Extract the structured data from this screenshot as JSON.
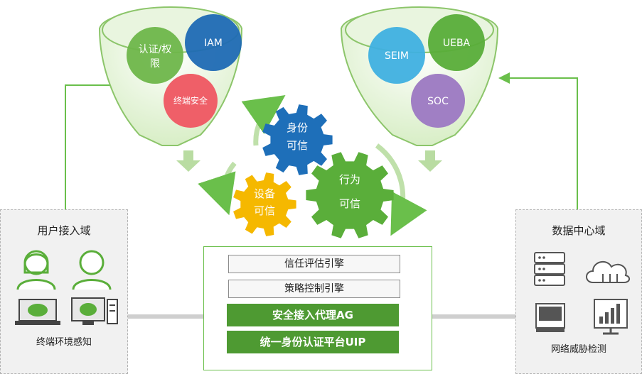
{
  "left_funnel": {
    "circles": {
      "auth": "认证/权限",
      "iam": "IAM",
      "endpoint": "终端安全"
    }
  },
  "right_funnel": {
    "circles": {
      "siem": "SEIM",
      "ueba": "UEBA",
      "soc": "SOC"
    }
  },
  "gears": {
    "identity": {
      "line1": "身份",
      "line2": "可信",
      "color": "#1e6fb9"
    },
    "device": {
      "line1": "设备",
      "line2": "可信",
      "color": "#f5b800"
    },
    "behavior": {
      "line1": "行为",
      "line2": "可信",
      "color": "#5aae3a"
    }
  },
  "user_domain": {
    "title": "用户接入域",
    "caption": "终端环境感知"
  },
  "datacenter_domain": {
    "title": "数据中心域",
    "caption": "网络威胁检测"
  },
  "core": {
    "engines": [
      "信任评估引擎",
      "策略控制引擎"
    ],
    "modules": [
      "安全接入代理AG",
      "统一身份认证平台UIP"
    ]
  },
  "colors": {
    "accent_green": "#6abf4b",
    "dark_green": "#4e9a32"
  }
}
